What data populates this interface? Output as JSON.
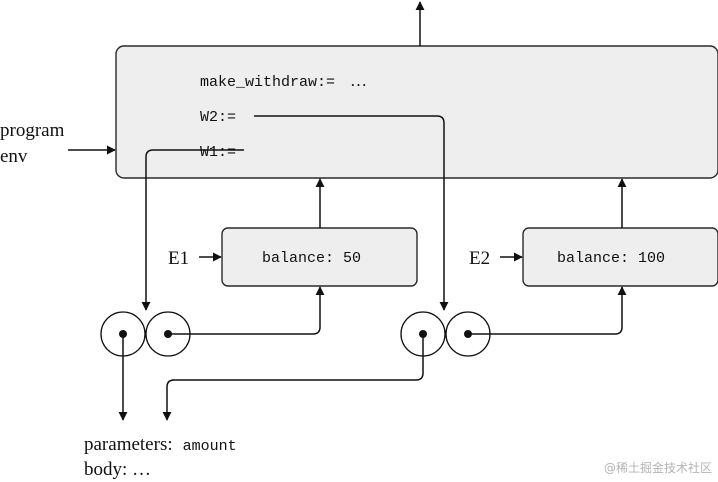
{
  "global_frame": {
    "bindings": [
      {
        "name": "make_withdraw:=",
        "value": "…"
      },
      {
        "name": "W2:=",
        "value": ""
      },
      {
        "name": "W1:=",
        "value": ""
      }
    ],
    "env_label": [
      "program",
      "env"
    ]
  },
  "frames": [
    {
      "label": "E1",
      "binding_text": "balance: 50"
    },
    {
      "label": "E2",
      "binding_text": "balance: 100"
    }
  ],
  "procedure": {
    "parameters_label": "parameters:",
    "parameters_value": "amount",
    "body_label": "body: …"
  },
  "watermark": "@稀土掘金技术社区"
}
